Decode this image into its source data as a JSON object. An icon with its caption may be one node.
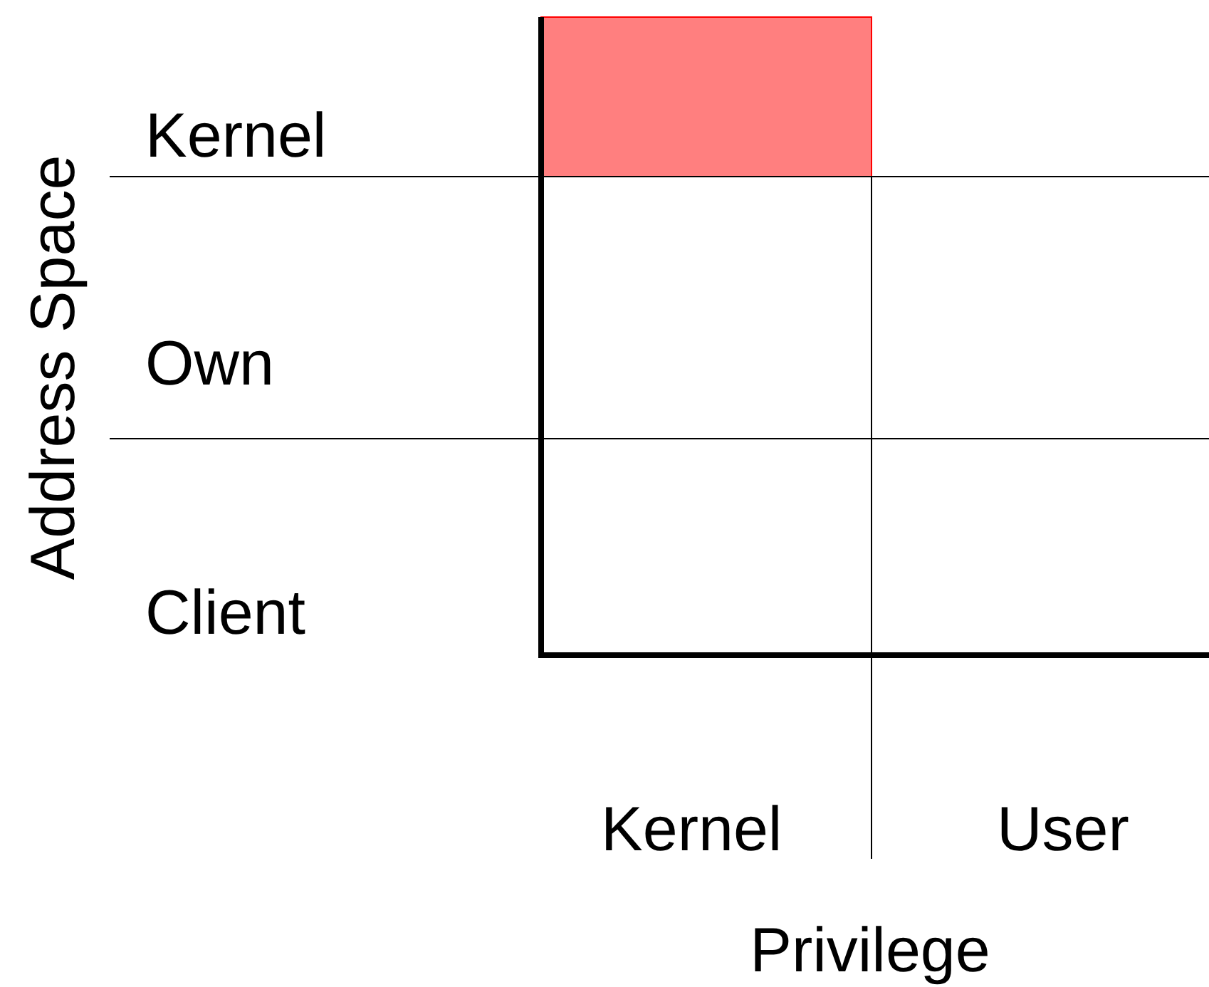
{
  "diagram": {
    "labels": [
      "Kernel",
      "Own",
      "Client",
      "Address Space",
      "Kernel",
      "User",
      "Privilege"
    ]
  }
}
